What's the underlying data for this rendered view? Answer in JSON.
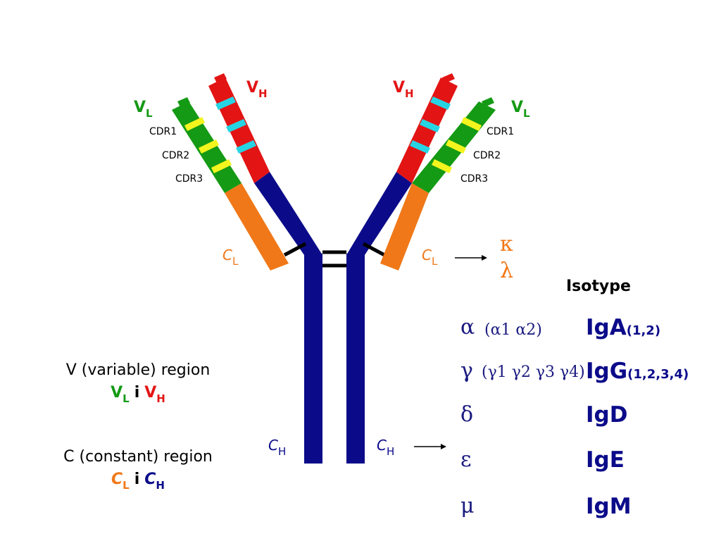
{
  "labels": {
    "vh_left": {
      "main": "V",
      "sub": "H"
    },
    "vh_right": {
      "main": "V",
      "sub": "H"
    },
    "vl_left": {
      "main": "V",
      "sub": "L"
    },
    "vl_right": {
      "main": "V",
      "sub": "L"
    },
    "cdr_left": [
      "CDR1",
      "CDR2",
      "CDR3"
    ],
    "cdr_right": [
      "CDR1",
      "CDR2",
      "CDR3"
    ],
    "cl_left": {
      "main": "C",
      "sub": "L"
    },
    "cl_right": {
      "main": "C",
      "sub": "L"
    },
    "ch_left": {
      "main": "C",
      "sub": "H"
    },
    "ch_right": {
      "main": "C",
      "sub": "H"
    }
  },
  "light_chain_types": {
    "kappa": "κ",
    "lambda": "λ"
  },
  "isotype": {
    "header": "Isotype",
    "rows": [
      {
        "greek": "α",
        "subclasses": "(α1 α2)",
        "name": "IgA",
        "sub": "(1,2)"
      },
      {
        "greek": "γ",
        "subclasses": "(γ1 γ2 γ3 γ4)",
        "name": "IgG",
        "sub": "(1,2,3,4)"
      },
      {
        "greek": "δ",
        "subclasses": "",
        "name": "IgD",
        "sub": ""
      },
      {
        "greek": "ε",
        "subclasses": "",
        "name": "IgE",
        "sub": ""
      },
      {
        "greek": "μ",
        "subclasses": "",
        "name": "IgM",
        "sub": ""
      }
    ]
  },
  "legend": {
    "variable": {
      "title": "V (variable) region",
      "vl": {
        "main": "V",
        "sub": "L"
      },
      "joiner": "i",
      "vh": {
        "main": "V",
        "sub": "H"
      }
    },
    "constant": {
      "title": "C (constant) region",
      "cl": {
        "main": "C",
        "sub": "L"
      },
      "joiner": "i",
      "ch": {
        "main": "C",
        "sub": "H"
      }
    }
  },
  "colors": {
    "heavy_variable": "#e31414",
    "heavy_constant": "#0b0b8a",
    "light_variable": "#149a14",
    "light_constant": "#f07818",
    "cdr_heavy": "#27d4e3",
    "cdr_light": "#f4f41e",
    "disulfide": "#000000"
  }
}
